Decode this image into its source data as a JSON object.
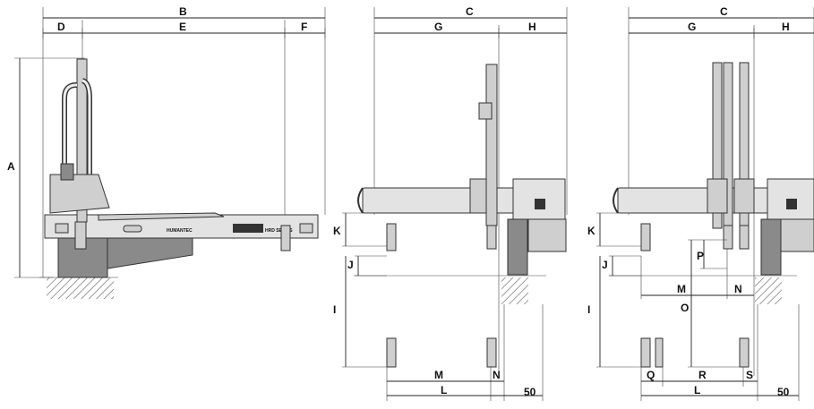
{
  "dimension_labels": {
    "view1": {
      "B": "B",
      "D": "D",
      "E": "E",
      "F": "F",
      "A": "A"
    },
    "view2": {
      "C": "C",
      "G": "G",
      "H": "H",
      "K": "K",
      "J": "J",
      "I": "I",
      "M": "M",
      "N": "N",
      "L": "L",
      "offset": "50"
    },
    "view3": {
      "C": "C",
      "G": "G",
      "H": "H",
      "K": "K",
      "J": "J",
      "I": "I",
      "P": "P",
      "M": "M",
      "N": "N",
      "O": "O",
      "Q": "Q",
      "R": "R",
      "S": "S",
      "L": "L",
      "offset": "50"
    }
  },
  "machine_text": {
    "brand_panel": "HUMANTEC",
    "model_badge": "HRD SERIES"
  }
}
